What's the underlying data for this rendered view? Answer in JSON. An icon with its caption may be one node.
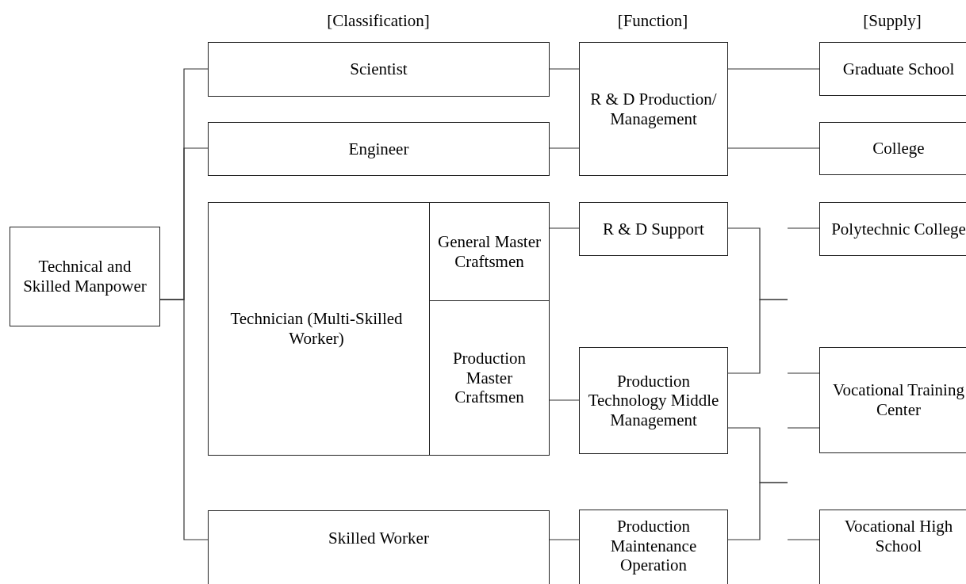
{
  "diagram": {
    "nodes": [
      {
        "text": [
          "Technical and Skilled Manpower"
        ]
      },
      {
        "text": [
          "Scientist"
        ]
      },
      {
        "text": [
          "Engineer"
        ]
      },
      {
        "text": [
          "Technician (Multi-Skilled Worker)"
        ]
      },
      {
        "text": [
          "General Master Craftsmen"
        ],
        "in": 3
      },
      {
        "text": [
          "Production Master Craftsmen"
        ],
        "in": 3
      },
      {
        "text": [
          "Skilled Worker"
        ]
      },
      {
        "text": [
          "R & D Production/ Management"
        ]
      },
      {
        "text": [
          "R & D Support"
        ]
      },
      {
        "text": [
          "Production Technology Middle Management"
        ]
      },
      {
        "text": [
          "Production Maintenance Operation"
        ]
      },
      {
        "text": [
          "Graduate School"
        ]
      },
      {
        "text": [
          "College"
        ]
      },
      {
        "text": [
          "Polytechnic College"
        ]
      },
      {
        "text": [
          "Vocational Training Center"
        ]
      },
      {
        "text": [
          "Vocational High School"
        ]
      }
    ],
    "edges": [
      {
        "from": 0,
        "to": 1,
        "arrow": "none"
      },
      {
        "from": 0,
        "to": 2,
        "arrow": "none"
      },
      {
        "from": 0,
        "to": 6,
        "arrow": "none"
      },
      {
        "from": 1,
        "to": 7,
        "arrow": "none"
      },
      {
        "from": 2,
        "to": 7,
        "arrow": "none"
      },
      {
        "from": 7,
        "to": 11,
        "arrow": "none"
      },
      {
        "from": 7,
        "to": 12,
        "arrow": "none"
      },
      {
        "from": 4,
        "to": 8,
        "arrow": "none"
      },
      {
        "from": 5,
        "to": 9,
        "arrow": "none"
      },
      {
        "from": 6,
        "to": 10,
        "arrow": "none"
      },
      {
        "from": 8,
        "to": null,
        "arrow": "none"
      },
      {
        "from": 9,
        "to": null,
        "arrow": "none"
      },
      {
        "from": 9,
        "to": null,
        "arrow": "none"
      },
      {
        "from": 10,
        "to": null,
        "arrow": "none"
      },
      {
        "from": null,
        "to": 13,
        "arrow": "none"
      },
      {
        "from": null,
        "to": 14,
        "arrow": "none"
      },
      {
        "from": null,
        "to": 14,
        "arrow": "none"
      },
      {
        "from": null,
        "to": 15,
        "arrow": "none"
      }
    ],
    "labels": [
      "[Classification]",
      "[Function]",
      "[Supply]"
    ]
  }
}
